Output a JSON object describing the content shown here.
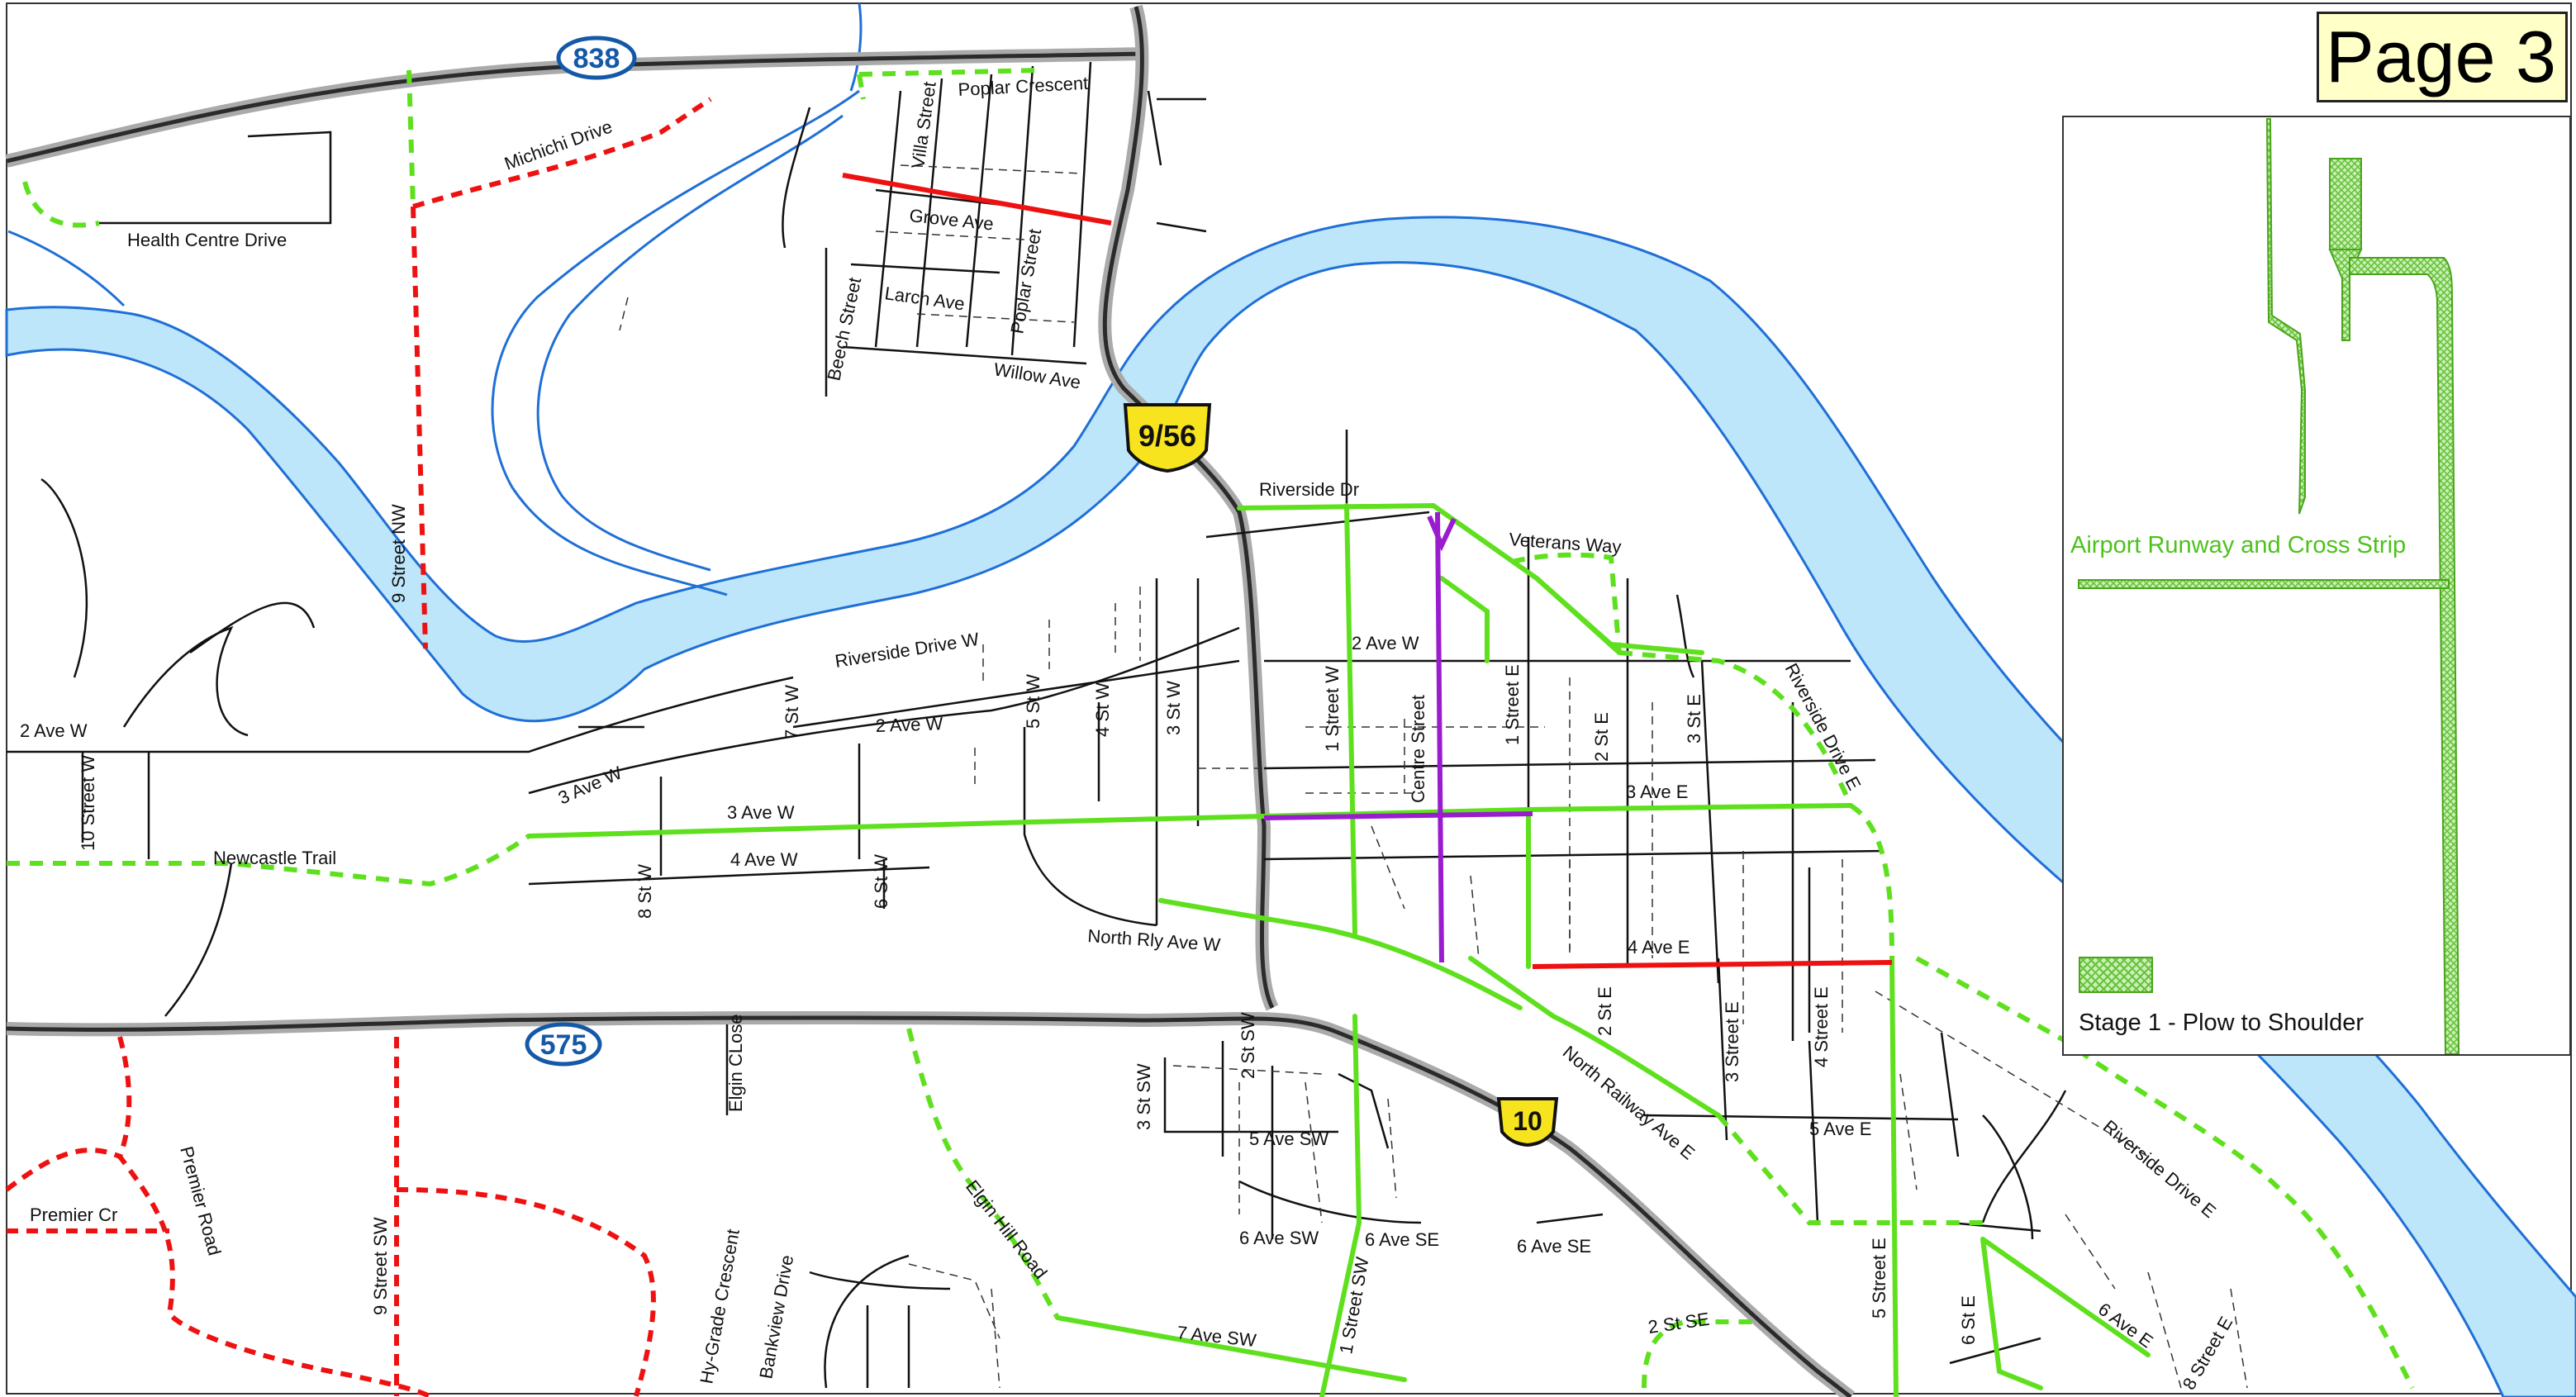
{
  "page_label": "Page 3",
  "inset": {
    "feature_label": "Airport Runway and Cross Strip",
    "legend_label": "Stage 1 - Plow to Shoulder"
  },
  "highways": {
    "h838": "838",
    "h575": "575",
    "h956": "9/56",
    "h10": "10"
  },
  "streets": {
    "poplar_crescent": "Poplar Crescent",
    "villa_street": "Villa Street",
    "michichi_drive": "Michichi Drive",
    "grove_ave": "Grove Ave",
    "health_centre_drive": "Health Centre Drive",
    "poplar_street": "Poplar Street",
    "beech_street": "Beech Street",
    "larch_ave": "Larch Ave",
    "willow_ave": "Willow Ave",
    "nine_street_nw": "9 Street NW",
    "riverside_dr": "Riverside Dr",
    "veterans_way": "Veterans Way",
    "riverside_drive_w": "Riverside Drive W",
    "two_ave_w_a": "2 Ave W",
    "two_ave_w_b": "2 Ave W",
    "two_ave_w_c": "2 Ave W",
    "seven_st_w": "7 St W",
    "five_st_w": "5 St W",
    "four_st_w": "4 St W",
    "three_st_w": "3 St W",
    "one_street_w": "1 Street W",
    "centre_street": "Centre Street",
    "one_street_e": "1 Street E",
    "two_st_e_a": "2 St E",
    "three_st_e": "3 St E",
    "riverside_drive_e_a": "Riverside Drive E",
    "ten_street_w": "10 Street W",
    "three_ave_w_a": "3 Ave W",
    "three_ave_w_b": "3 Ave W",
    "three_ave_e": "3 Ave E",
    "newcastle_trail": "Newcastle Trail",
    "four_ave_w": "4 Ave W",
    "eight_st_w": "8 St W",
    "six_st_w": "6 St W",
    "north_rly_ave_w": "North Rly Ave W",
    "four_ave_e": "4 Ave E",
    "two_st_e_b": "2 St E",
    "three_street_e": "3 Street E",
    "four_street_e": "4 Street E",
    "north_railway_ave_e": "North Railway Ave E",
    "elgin_close": "Elgin CLose",
    "three_st_sw": "3 St SW",
    "two_st_sw": "2 St SW",
    "five_ave_sw": "5 Ave SW",
    "six_ave_sw": "6 Ave SW",
    "six_ave_se_a": "6 Ave SE",
    "six_ave_se_b": "6 Ave SE",
    "five_ave_e": "5 Ave E",
    "riverside_drive_e_b": "Riverside Drive E",
    "premier_cr": "Premier Cr",
    "premier_road": "Premier Road",
    "nine_street_sw": "9 Street SW",
    "hy_grade_crescent": "Hy-Grade Crescent",
    "bankview_drive": "Bankview Drive",
    "elgin_hill_road": "Elgin Hill Road",
    "seven_ave_sw": "7 Ave SW",
    "one_street_sw": "1 Street SW",
    "two_st_se": "2 St SE",
    "five_street_e": "5 Street E",
    "six_st_e": "6 St E",
    "six_ave_e": "6 Ave E",
    "eight_street_e": "8 Street E"
  },
  "colors": {
    "river": "#bde6fa",
    "river_edge": "#1f6fd6",
    "stage1_green": "#5fe01e",
    "red_route": "#ee1111",
    "purple_route": "#9a1ccf",
    "highway_shield_blue": "#1458a8",
    "highway_shield_yellow": "#f7e41e",
    "page_label_bg": "#ffffc8"
  }
}
